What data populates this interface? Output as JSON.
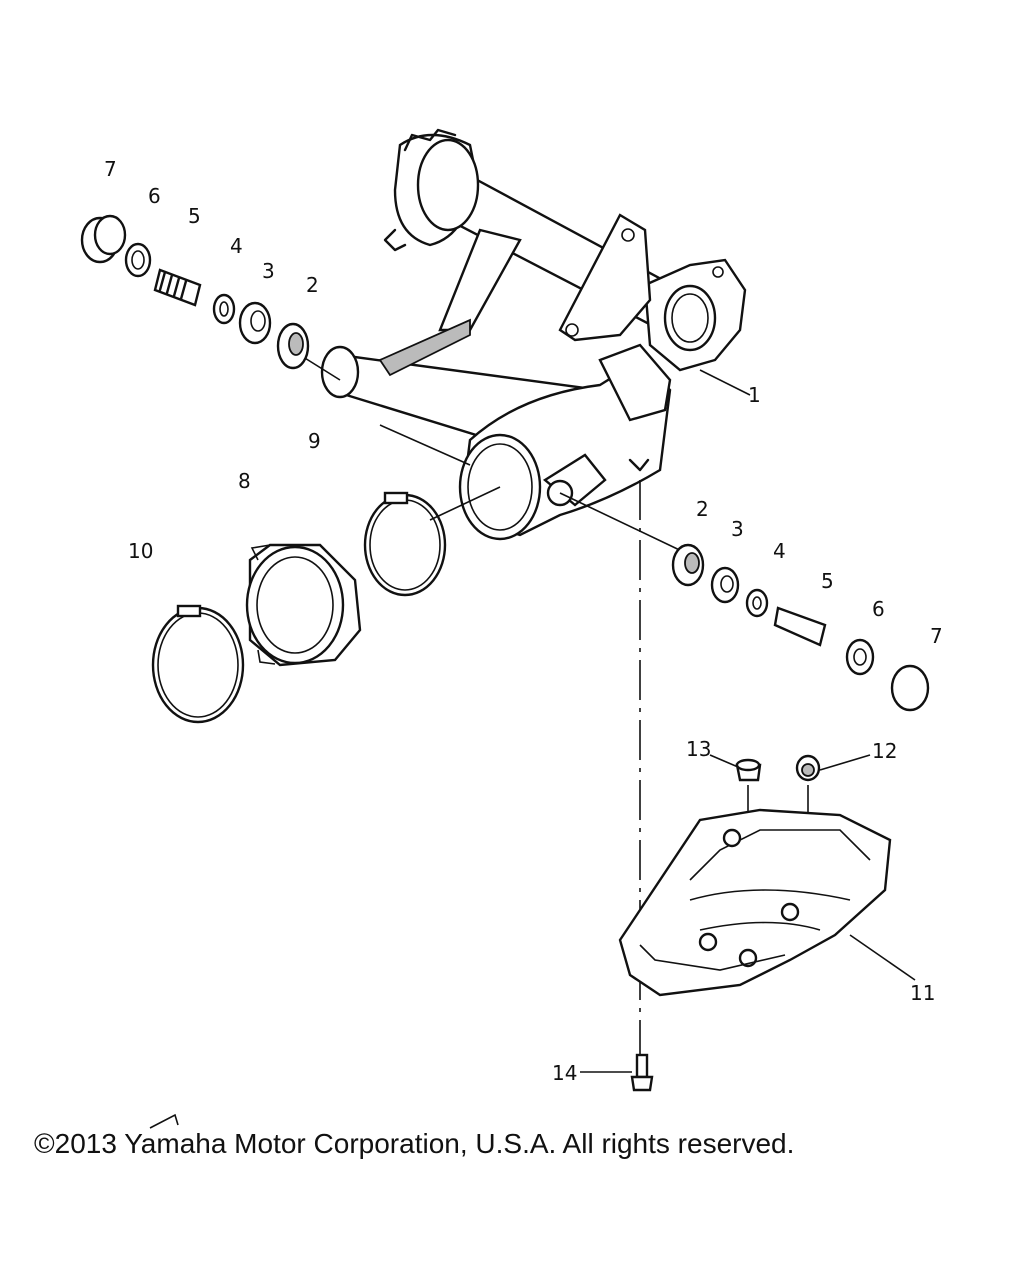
{
  "labels": {
    "p1": "1",
    "p2a": "2",
    "p3a": "3",
    "p4a": "4",
    "p5a": "5",
    "p6a": "6",
    "p7a": "7",
    "p2b": "2",
    "p3b": "3",
    "p4b": "4",
    "p5b": "5",
    "p6b": "6",
    "p7b": "7",
    "p8": "8",
    "p9": "9",
    "p10": "10",
    "p11": "11",
    "p12": "12",
    "p13": "13",
    "p14": "14"
  },
  "copyright": "©2013 Yamaha Motor Corporation, U.S.A. All rights reserved."
}
